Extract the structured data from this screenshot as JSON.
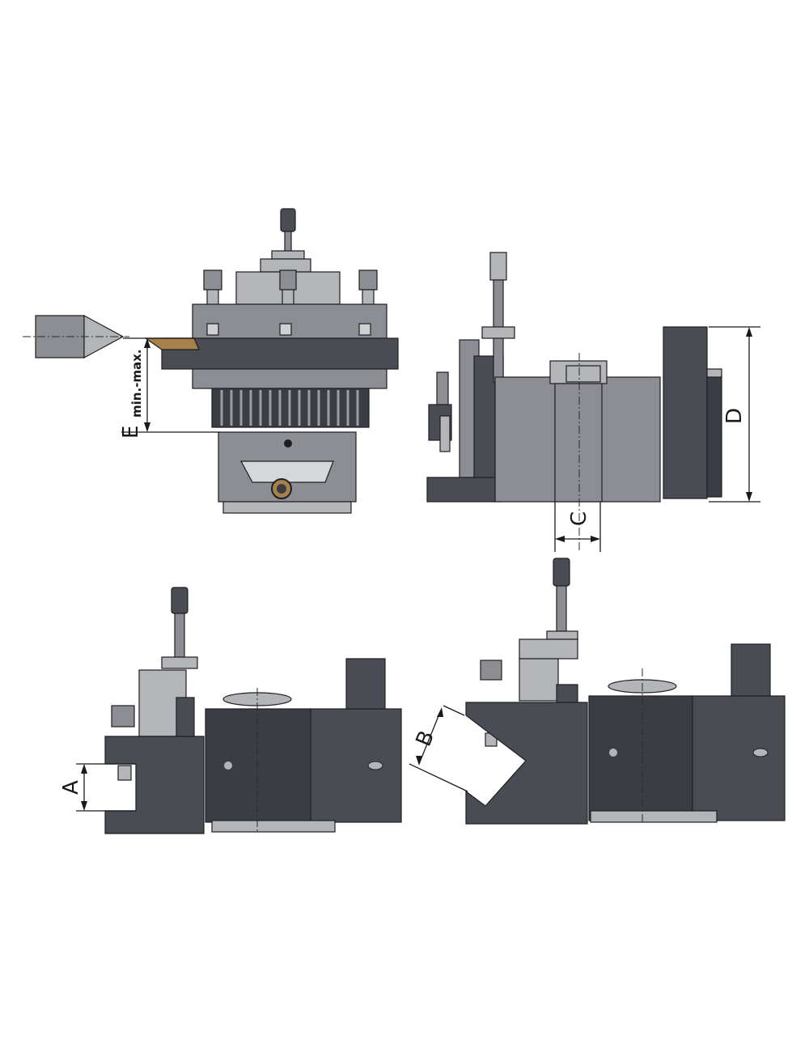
{
  "dimensions": {
    "e_letter": "E",
    "e_range": "min.-max.",
    "d_letter": "D",
    "c_letter": "C",
    "a_letter": "A",
    "b_letter": "B"
  },
  "colors": {
    "dark_body": "#4a4c54",
    "mid_gray": "#8c8e93",
    "light_gray": "#b3b5b8",
    "brass_insert": "#a6824a",
    "line": "#1a1a1a"
  }
}
